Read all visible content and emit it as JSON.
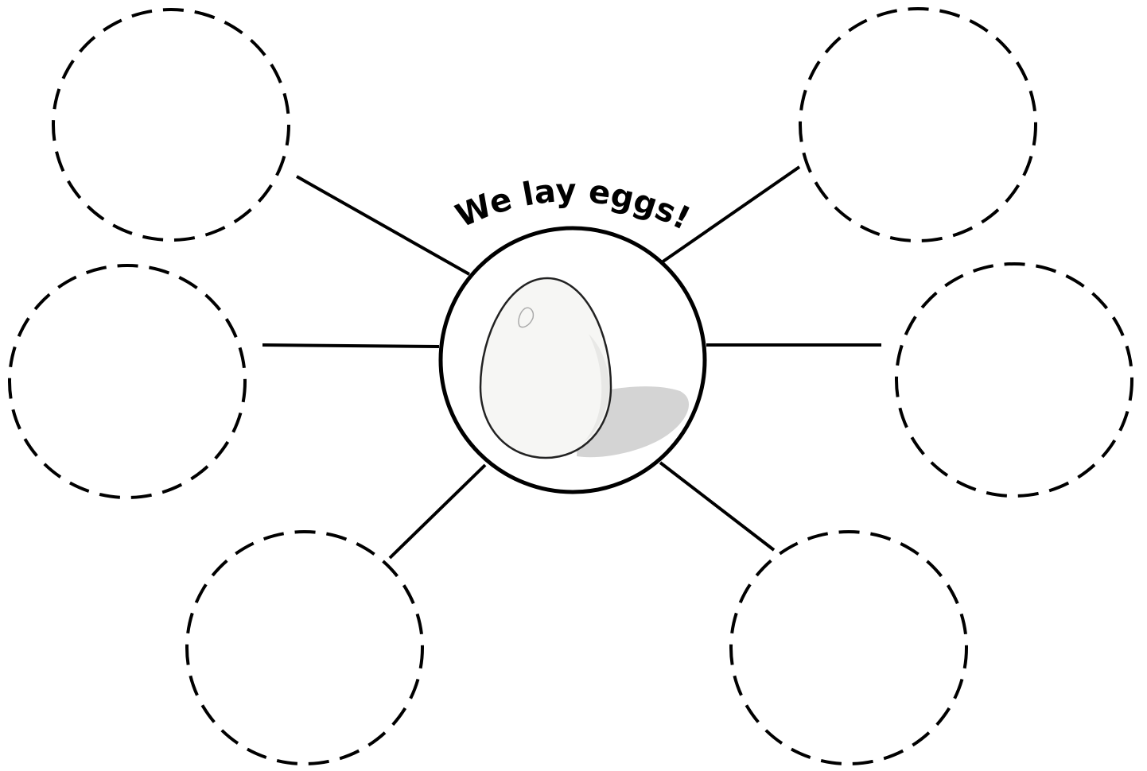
{
  "center": {
    "title": "We lay eggs!",
    "icon": "egg-icon"
  },
  "bubbles": [
    {
      "id": "top-left",
      "text": ""
    },
    {
      "id": "middle-left",
      "text": ""
    },
    {
      "id": "bottom-left",
      "text": ""
    },
    {
      "id": "top-right",
      "text": ""
    },
    {
      "id": "middle-right",
      "text": ""
    },
    {
      "id": "bottom-right",
      "text": ""
    }
  ],
  "colors": {
    "stroke": "#000000",
    "background": "#ffffff",
    "egg_shadow": "#d4d4d4"
  }
}
